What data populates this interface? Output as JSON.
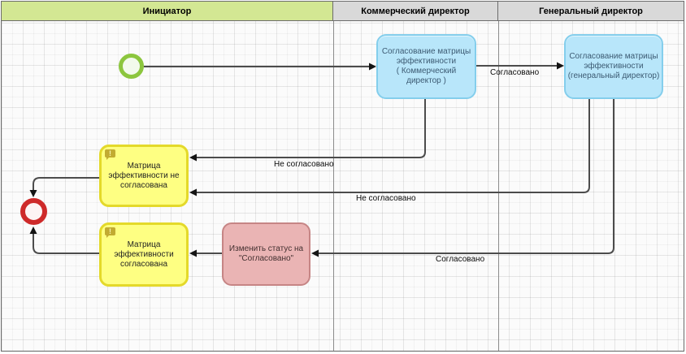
{
  "diagram": {
    "lanes": [
      {
        "label": "Инициатор",
        "header_color": "#d3e793"
      },
      {
        "label": "Коммерческий директор",
        "header_color": "#d9d9d9"
      },
      {
        "label": "Генеральный директор",
        "header_color": "#d9d9d9"
      }
    ],
    "nodes": {
      "start_event": {
        "type": "start-event",
        "color": "#8cc63e"
      },
      "approve_commercial": {
        "label": "Согласование матрицы\nэффективности\n( Коммерческий\nдиректор )",
        "fill": "#b8e6fa",
        "border": "#84ceec"
      },
      "approve_general": {
        "label": "Согласование матрицы\nэффективности\n(генеральный директор)",
        "fill": "#b8e6fa",
        "border": "#84ceec"
      },
      "matrix_not_agreed": {
        "label": "Матрица\nэффективности не\nсогласована",
        "fill": "#feff82",
        "border": "#e4d92a"
      },
      "matrix_agreed": {
        "label": "Матрица\nэффективности\nсогласована",
        "fill": "#feff82",
        "border": "#e4d92a"
      },
      "change_status": {
        "label": "Изменить статус на\n\"Согласовано\"",
        "fill": "#eab4b4",
        "border": "#c68585"
      },
      "end_event": {
        "type": "end-event",
        "color": "#ce2a2a"
      }
    },
    "edges": {
      "agreed_to_general": {
        "label": "Согласовано"
      },
      "not_agreed_from_commercial": {
        "label": "Не согласовано"
      },
      "not_agreed_from_general": {
        "label": "Не согласовано"
      },
      "agreed_from_general": {
        "label": "Согласовано"
      }
    },
    "icons": {
      "annotation_glyph": "!"
    }
  }
}
